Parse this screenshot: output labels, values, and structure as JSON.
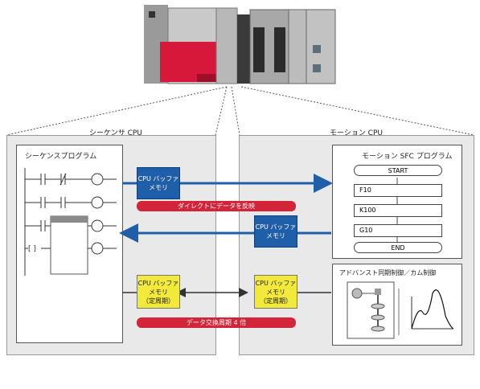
{
  "diagram": {
    "sequencer_cpu_title": "シーケンサ CPU",
    "motion_cpu_title": "モーション CPU",
    "sequence_program_title": "シーケンスプログラム",
    "motion_sfc_title": "モーション SFC プログラム",
    "cpu_buffer_memory_top": "CPU バッファ\nメモリ",
    "cpu_buffer_memory_mid": "CPU バッファ\nメモリ",
    "direct_reflect_label": "ダイレクトにデータを反映",
    "fixed_cycle_left": "CPU バッファ\nメモリ\n（定周期）",
    "fixed_cycle_right": "CPU バッファ\nメモリ\n（定周期）",
    "data_exchange_label": "データ交換周期 4 倍",
    "sfc_steps": [
      "START",
      "F10",
      "K100",
      "G10",
      "END"
    ],
    "advanced_sync_title": "アドバンスト同期制御／カム制御"
  },
  "colors": {
    "blue": "#1f5ea8",
    "yellow": "#f2e93a",
    "red": "#d2253a",
    "panel_gray": "#e9e9e9"
  }
}
